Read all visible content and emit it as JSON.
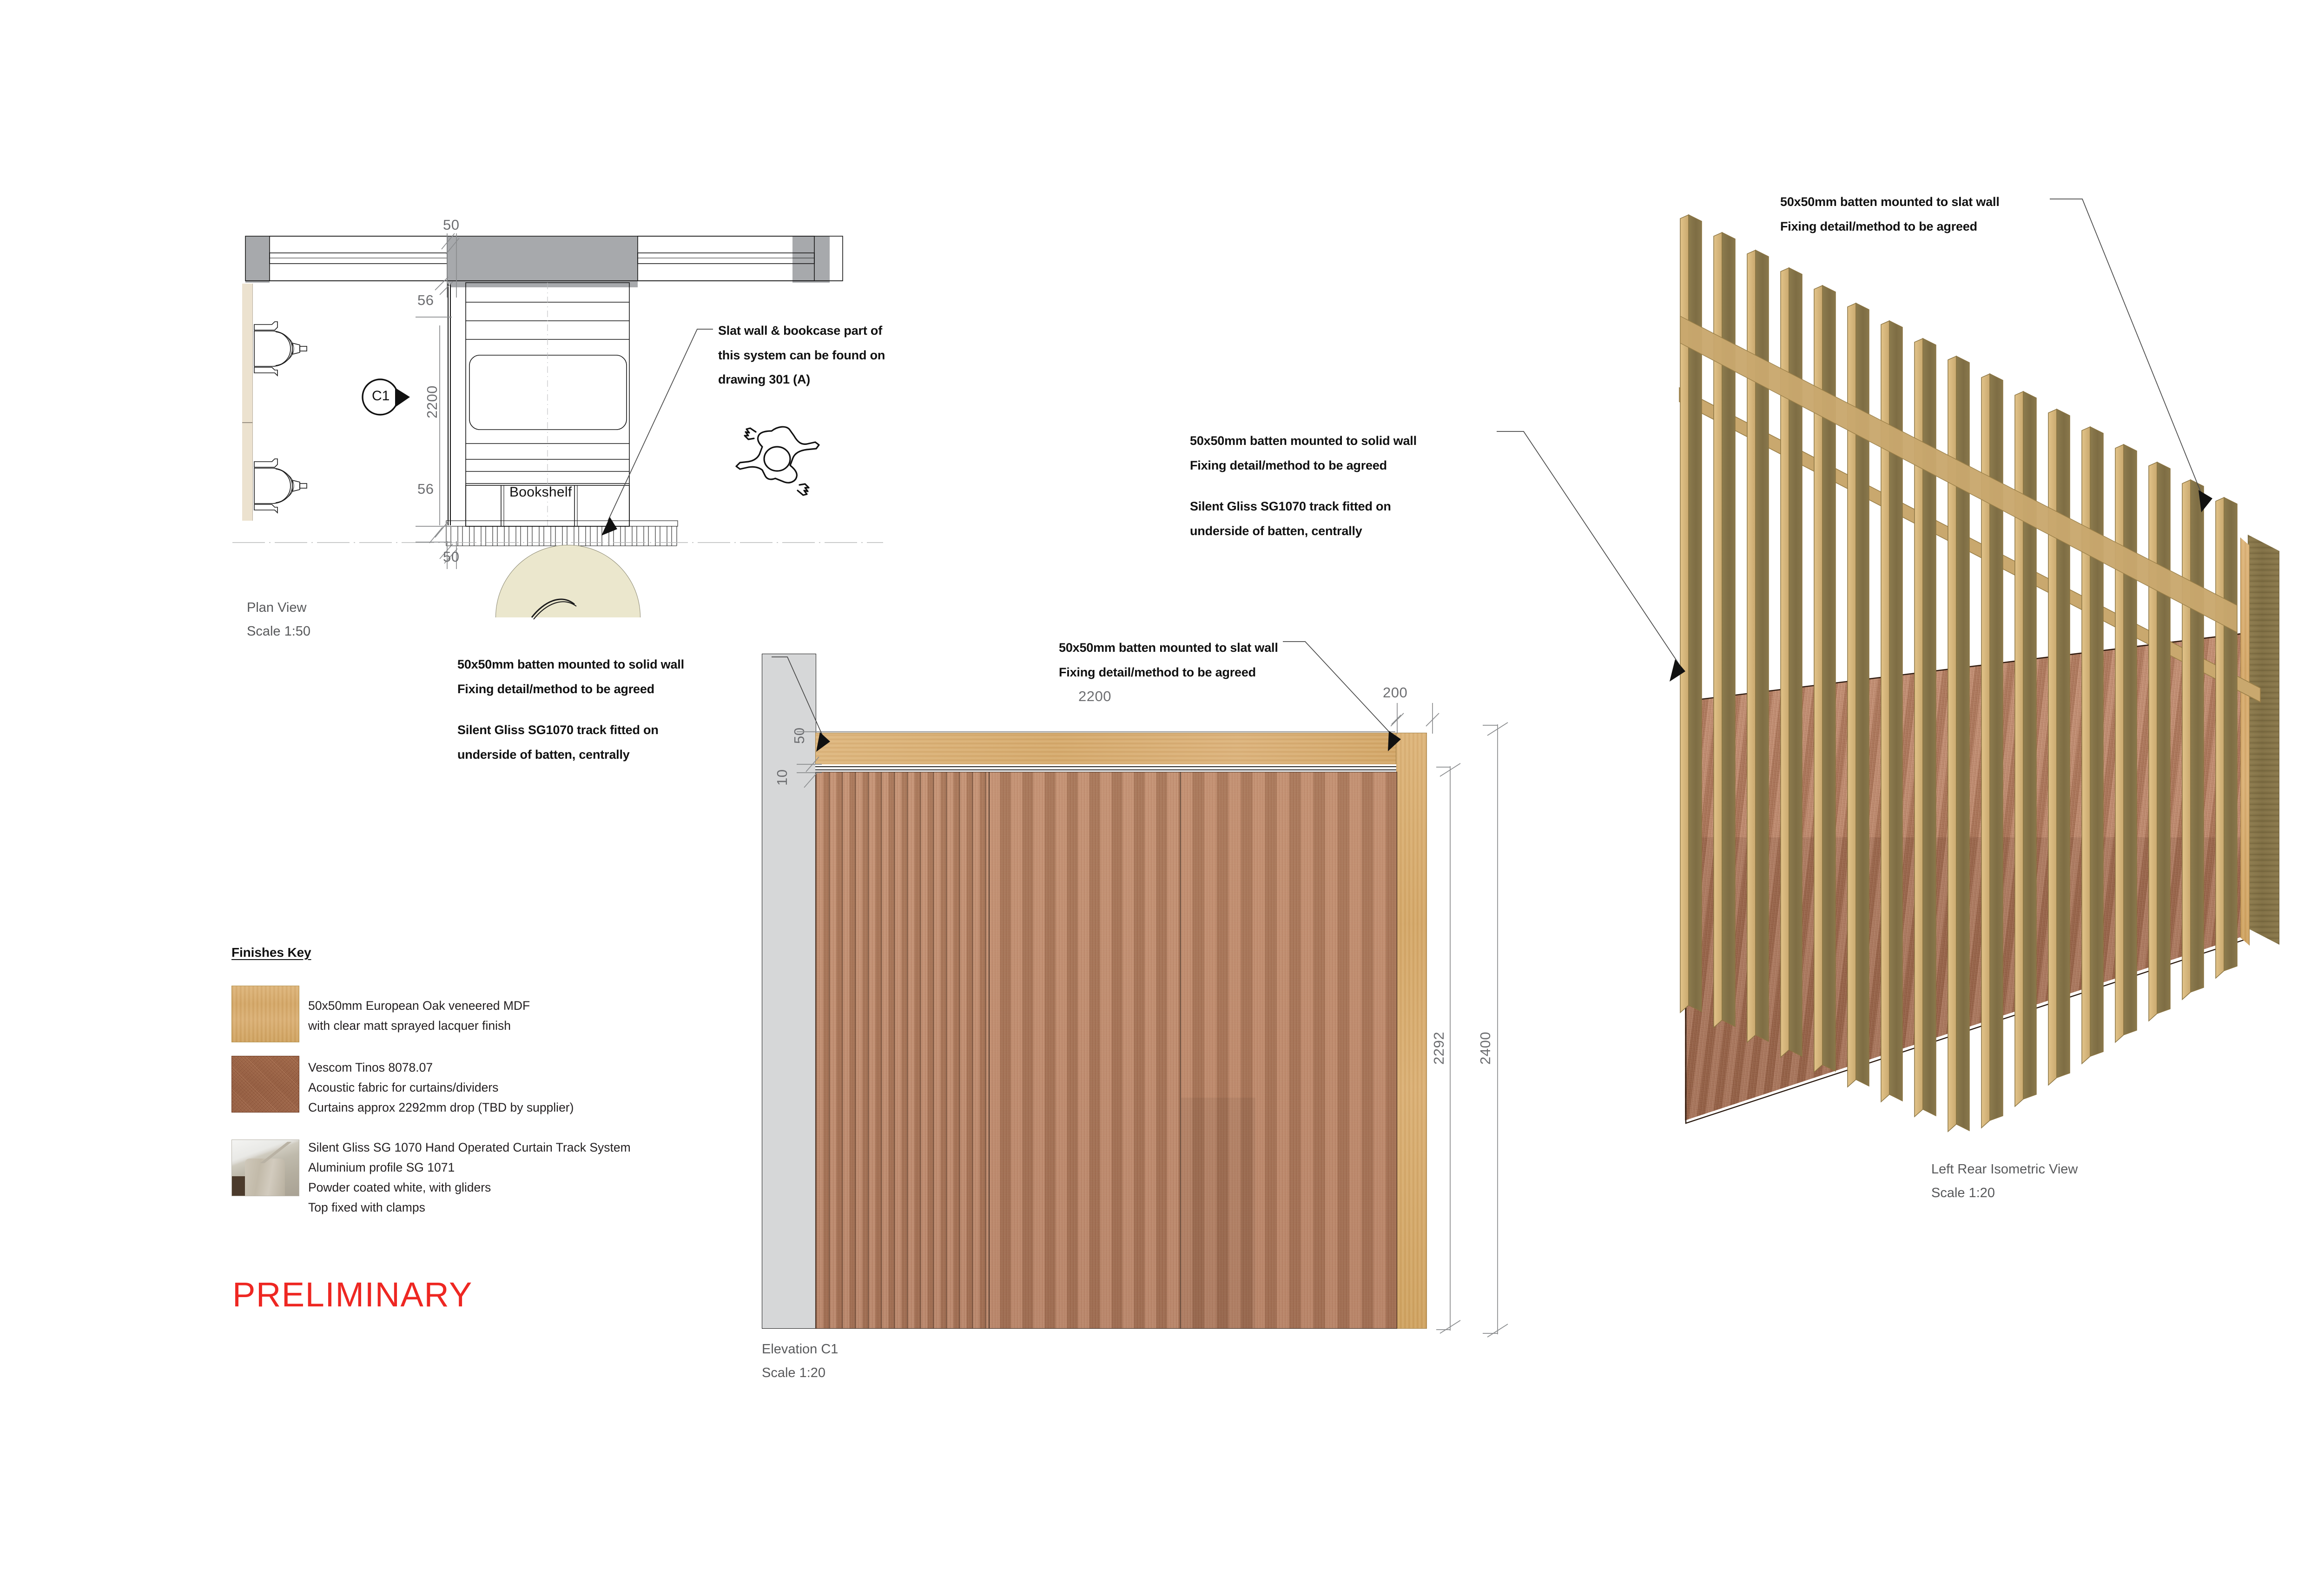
{
  "status_stamp": "PRELIMINARY",
  "status_color": "#ee2722",
  "plan_view": {
    "label": "Plan View",
    "scale": "Scale 1:50",
    "section_marker": "C1",
    "bookshelf_label": "Bookshelf",
    "dimensions": {
      "top_50": "50",
      "upper_56": "56",
      "vertical_2200": "2200",
      "lower_56": "56",
      "bottom_50": "50"
    },
    "callout": {
      "line1": "Slat wall & bookcase part of",
      "line2": "this system can be found on",
      "line3": "drawing 301 (A)"
    }
  },
  "elevation": {
    "label": "Elevation C1",
    "scale": "Scale 1:20",
    "dimensions": {
      "width_2200": "2200",
      "width_200": "200",
      "thickness_10": "10",
      "thickness_50": "50",
      "height_2292": "2292",
      "height_2400": "2400"
    },
    "note_left": {
      "line1": "50x50mm batten mounted to solid wall",
      "line2": "Fixing detail/method to be agreed",
      "line3": "Silent Gliss SG1070 track fitted on",
      "line4": "underside of batten, centrally"
    },
    "note_top": {
      "line1": "50x50mm batten mounted to slat wall",
      "line2": "Fixing detail/method to be agreed"
    }
  },
  "isometric": {
    "label": "Left Rear Isometric View",
    "scale": "Scale 1:20",
    "note_top_right": {
      "line1": "50x50mm batten mounted to slat wall",
      "line2": "Fixing detail/method to be agreed"
    },
    "note_left": {
      "line1": "50x50mm batten mounted to solid wall",
      "line2": "Fixing detail/method to be agreed",
      "line3": "Silent Gliss SG1070 track fitted on",
      "line4": "underside of batten, centrally"
    }
  },
  "finishes_key": {
    "title": "Finishes Key",
    "items": [
      {
        "swatch": "european-oak",
        "swatch_color": "#d3a76a",
        "lines": [
          "50x50mm European Oak veneered MDF",
          "with clear matt sprayed lacquer finish"
        ]
      },
      {
        "swatch": "acoustic-fabric",
        "swatch_color": "#8f5334",
        "lines": [
          "Vescom Tinos 8078.07",
          "Acoustic fabric for curtains/dividers",
          "Curtains approx 2292mm drop (TBD by supplier)"
        ]
      },
      {
        "swatch": "curtain-track",
        "swatch_color": "#b4ae9f",
        "lines": [
          "Silent Gliss SG 1070 Hand Operated Curtain Track System",
          "Aluminium profile SG 1071",
          "Powder coated white, with gliders",
          "Top fixed with clamps"
        ]
      }
    ]
  }
}
